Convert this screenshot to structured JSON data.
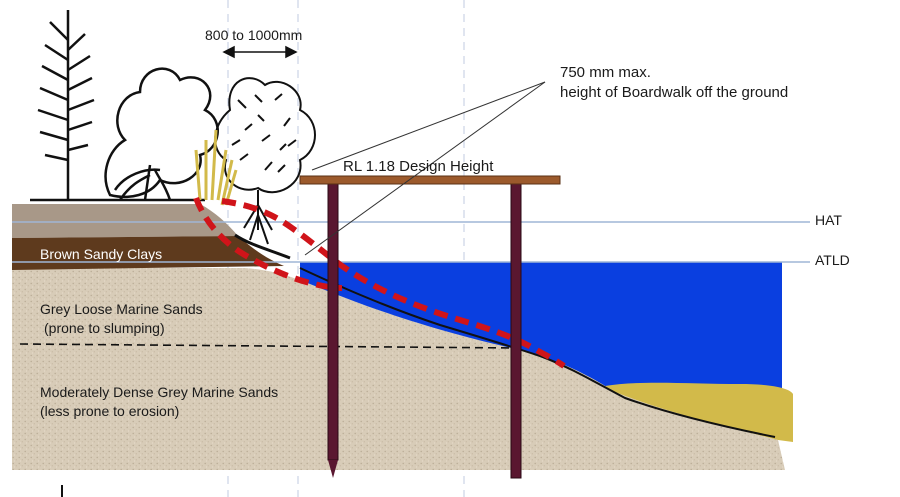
{
  "dimension": {
    "width_label": "800 to 1000mm"
  },
  "callout": {
    "line1": "750 mm max.",
    "line2": "height of Boardwalk off the ground"
  },
  "boardwalk": {
    "label": "RL 1.18 Design Height"
  },
  "levels": {
    "hat": "HAT",
    "atld": "ATLD"
  },
  "layers": {
    "brown": "Brown Sandy Clays",
    "grey_loose_1": "Grey Loose Marine Sands",
    "grey_loose_2": "(prone to slumping)",
    "grey_dense_1": "Moderately Dense  Grey Marine Sands",
    "grey_dense_2": "(less prone to erosion)"
  },
  "colors": {
    "water": "#0a3fe0",
    "sand": "#d8ccb8",
    "brown_clay": "#5e3a1d",
    "topsoil": "#a89888",
    "deck": "#9c5a2c",
    "piles": "#5a1730",
    "slump_line": "#d0141a",
    "seagrass": "#d2ba4a",
    "level_line": "#9fb6d6"
  }
}
